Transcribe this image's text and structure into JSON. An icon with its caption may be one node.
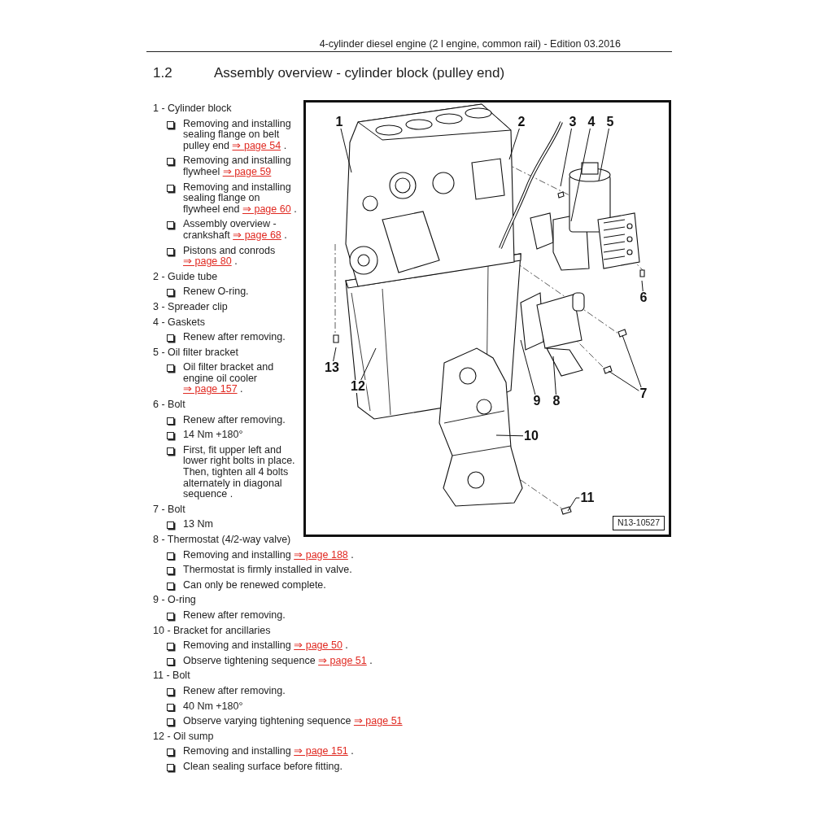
{
  "diagram": {
    "title": "Assembly overview - cylinder block (pulley end)",
    "nodes": [
      {
        "text": [
          "1"
        ]
      },
      {
        "text": [
          "2"
        ]
      },
      {
        "text": [
          "3"
        ]
      },
      {
        "text": [
          "4"
        ]
      },
      {
        "text": [
          "5"
        ]
      },
      {
        "text": [
          "6"
        ]
      },
      {
        "text": [
          "7"
        ]
      },
      {
        "text": [
          "8"
        ]
      },
      {
        "text": [
          "9"
        ]
      },
      {
        "text": [
          "10"
        ]
      },
      {
        "text": [
          "11"
        ]
      },
      {
        "text": [
          "12"
        ]
      },
      {
        "text": [
          "13"
        ]
      }
    ],
    "edges": [
      {
        "from": 0,
        "to": null,
        "arrow": "none"
      },
      {
        "from": 1,
        "to": null,
        "arrow": "none"
      },
      {
        "from": 2,
        "to": null,
        "arrow": "none"
      },
      {
        "from": 3,
        "to": null,
        "arrow": "none"
      },
      {
        "from": 4,
        "to": null,
        "arrow": "none"
      },
      {
        "from": 5,
        "to": null,
        "arrow": "none"
      },
      {
        "from": 6,
        "to": null,
        "arrow": "none"
      },
      {
        "from": 6,
        "to": null,
        "arrow": "none"
      },
      {
        "from": 7,
        "to": null,
        "arrow": "none"
      },
      {
        "from": 8,
        "to": null,
        "arrow": "none"
      },
      {
        "from": 9,
        "to": null,
        "arrow": "none"
      },
      {
        "from": 10,
        "to": null,
        "arrow": "none"
      },
      {
        "from": 11,
        "to": null,
        "arrow": "none"
      },
      {
        "from": 12,
        "to": null,
        "arrow": "none"
      }
    ],
    "labels": [
      "4-cylinder diesel engine (2 l engine, common rail) - Edition 03.2016",
      "1.2",
      "1 - Cylinder block",
      "Removing and installing sealing flange on belt pulley end",
      "⇒ page 54",
      ".",
      "Removing and installing flywheel",
      "⇒ page 59",
      "Removing and installing sealing flange on flywheel end",
      "⇒ page 60",
      ".",
      "Assembly overview - crankshaft",
      "⇒ page 68",
      ".",
      "Pistons and conrods",
      "⇒ page 80",
      ".",
      "2 - Guide tube",
      "Renew O-ring.",
      "3 - Spreader clip",
      "4 - Gaskets",
      "Renew after removing.",
      "5 - Oil filter bracket",
      "Oil filter bracket and engine oil cooler",
      "⇒ page 157",
      ".",
      "6 - Bolt",
      "Renew after removing.",
      "14 Nm +180°",
      "First, fit upper left and lower right bolts in place. Then, tighten all 4 bolts alternately in diagonal sequence",
      ".",
      "7 - Bolt",
      "13 Nm",
      "8 - Thermostat (4/2-way valve)",
      "Removing and installing",
      "⇒ page 188",
      ".",
      "Thermostat is firmly installed in valve.",
      "Can only be renewed complete.",
      "9 - O-ring",
      "Renew after removing.",
      "10 - Bracket for ancillaries",
      "Removing and installing",
      "⇒ page 50",
      ".",
      "Observe tightening sequence",
      "⇒ page 51",
      ".",
      "11 - Bolt",
      "Renew after removing.",
      "40 Nm +180°",
      "Observe varying tightening sequence",
      "⇒ page 51",
      "12 - Oil sump",
      "Removing and installing",
      "⇒ page 151",
      ".",
      "Clean sealing surface before fitting.",
      "N13-10527"
    ]
  }
}
